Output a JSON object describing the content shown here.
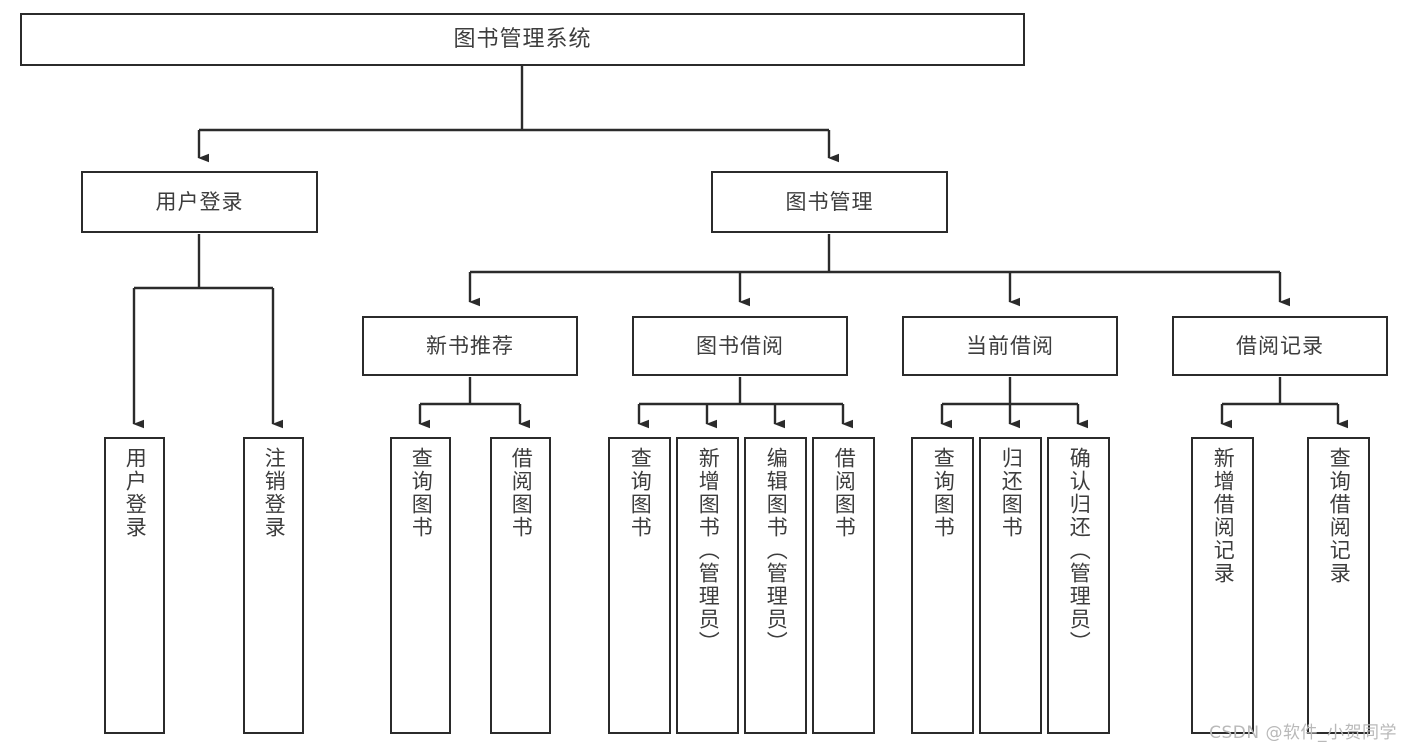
{
  "diagram": {
    "title": "图书管理系统",
    "type": "tree",
    "watermark": "CSDN @软件_小贺同学",
    "colors": {
      "stroke": "#2b2b2b",
      "text": "#3d3d3d",
      "background": "#ffffff",
      "watermark": "#b9b9b9"
    },
    "nodes": {
      "root": {
        "label": "图书管理系统"
      },
      "level2": [
        {
          "label": "用户登录"
        },
        {
          "label": "图书管理"
        }
      ],
      "level3": [
        {
          "label": "新书推荐"
        },
        {
          "label": "图书借阅"
        },
        {
          "label": "当前借阅"
        },
        {
          "label": "借阅记录"
        }
      ],
      "leaves": {
        "user_login": [
          {
            "label": "用户登录"
          },
          {
            "label": "注销登录"
          }
        ],
        "new_book_recommend": [
          {
            "label": "查询图书"
          },
          {
            "label": "借阅图书"
          }
        ],
        "book_borrow": [
          {
            "label": "查询图书"
          },
          {
            "label": "新增图书（管理员）"
          },
          {
            "label": "编辑图书（管理员）"
          },
          {
            "label": "借阅图书"
          }
        ],
        "current_borrow": [
          {
            "label": "查询图书"
          },
          {
            "label": "归还图书"
          },
          {
            "label": "确认归还（管理员）"
          }
        ],
        "borrow_record": [
          {
            "label": "新增借阅记录"
          },
          {
            "label": "查询借阅记录"
          }
        ]
      }
    }
  }
}
